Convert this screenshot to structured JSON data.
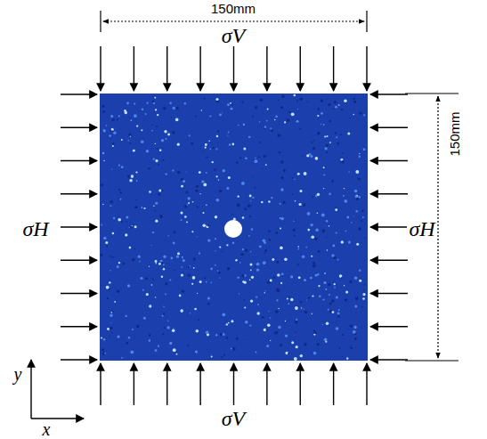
{
  "diagram": {
    "labels": [
      "150mm",
      "σV",
      "σH",
      "σH",
      "150mm",
      "σV",
      "y",
      "x"
    ]
  }
}
